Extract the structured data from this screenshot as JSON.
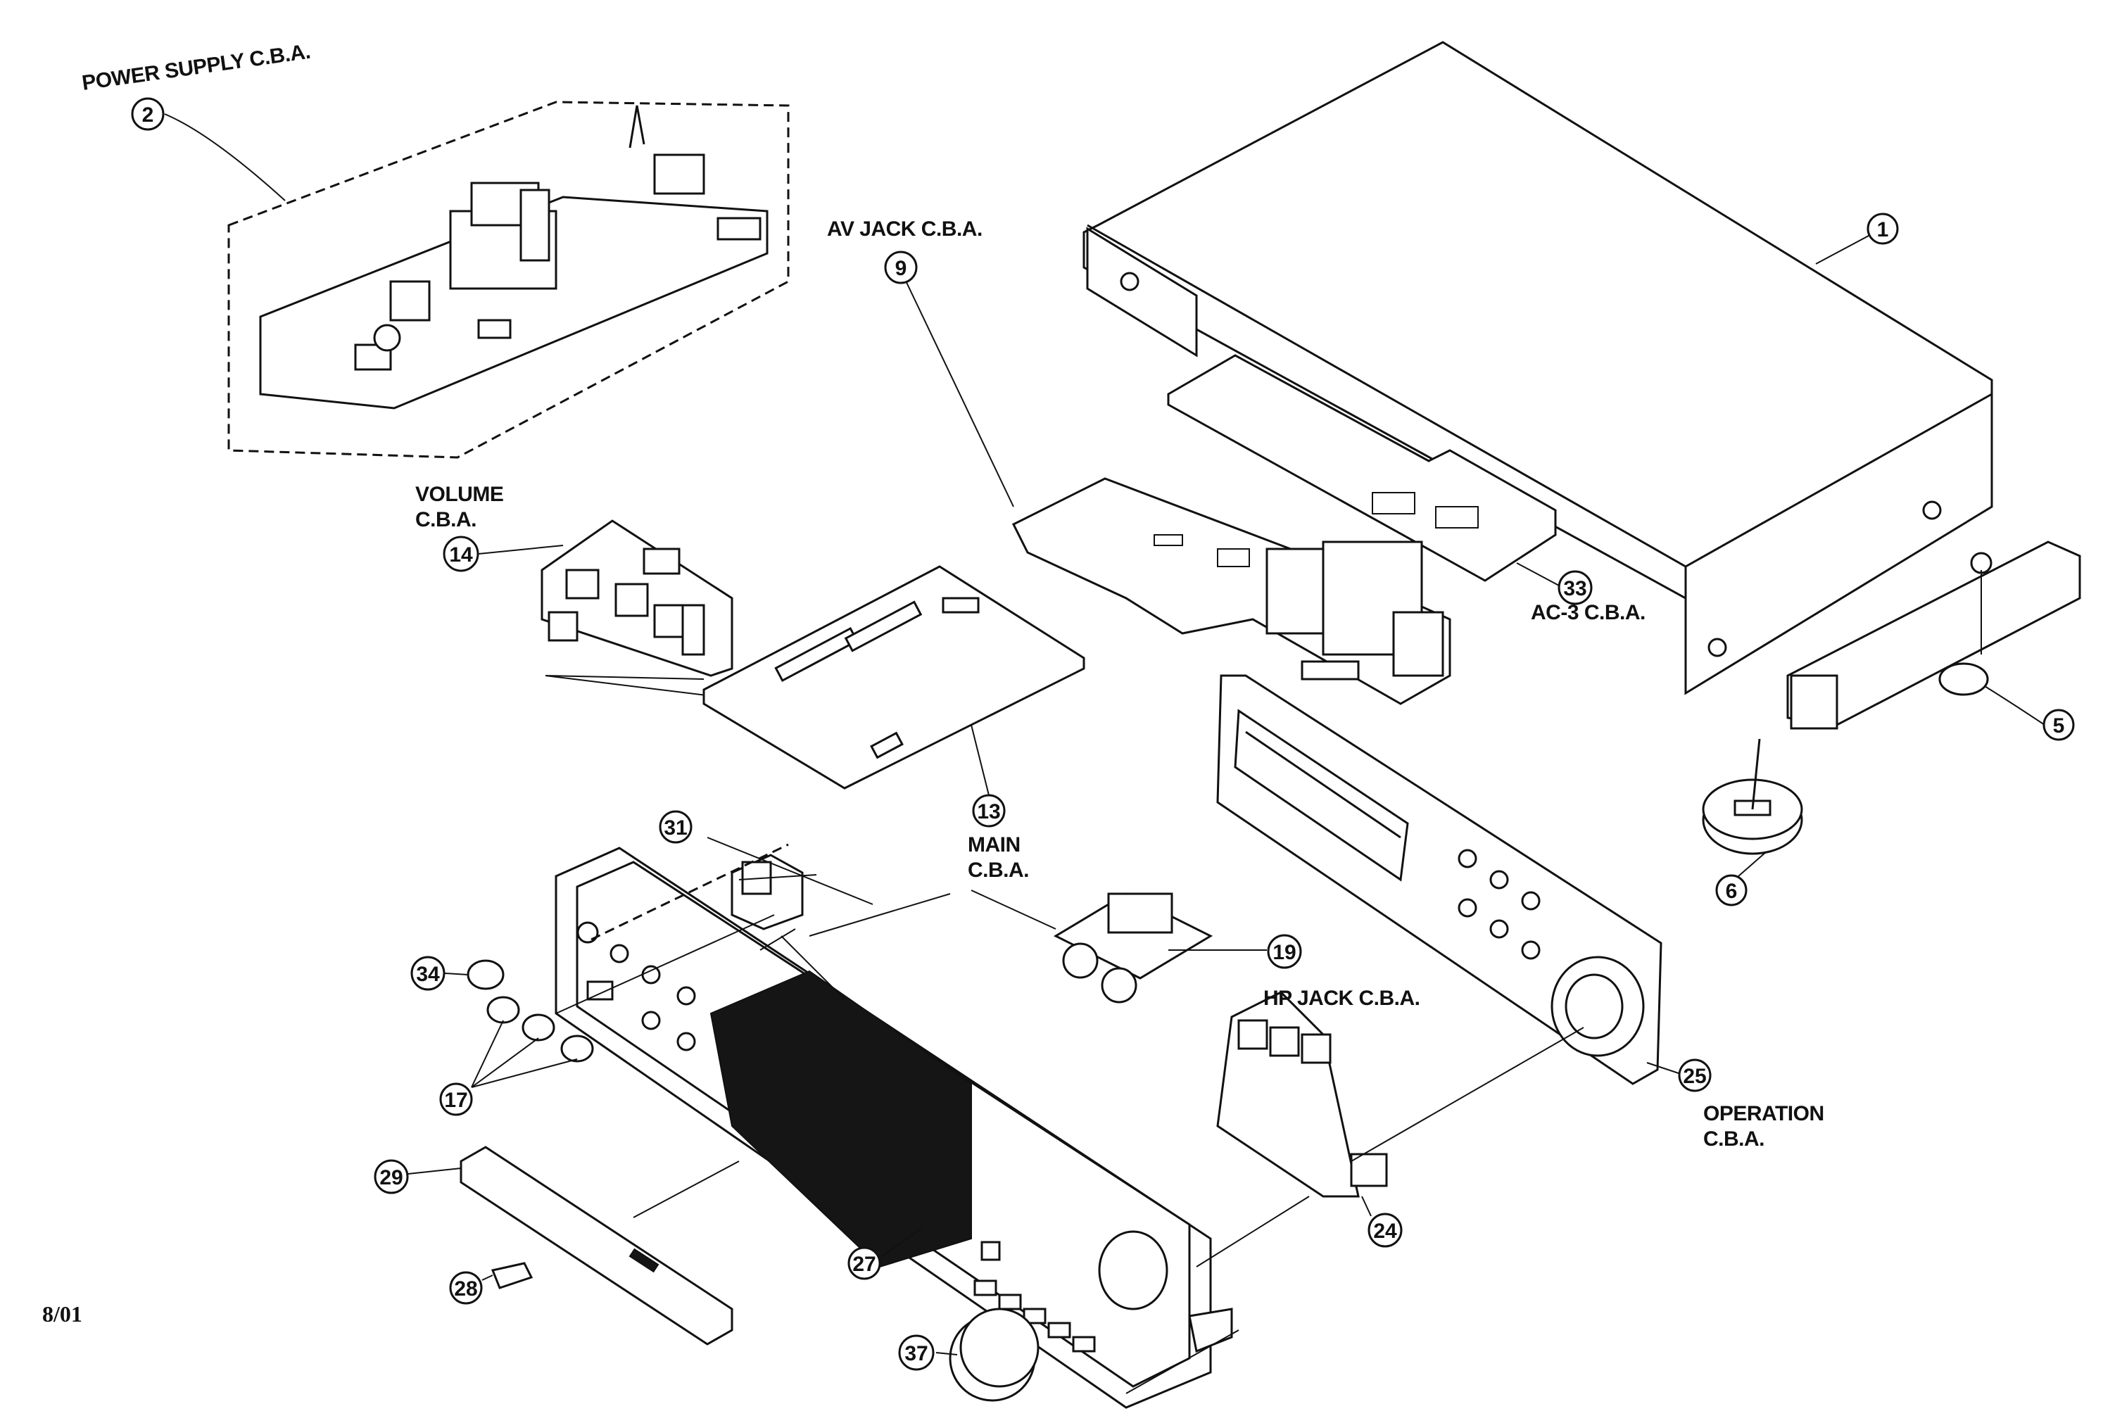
{
  "diagram": {
    "labels": {
      "power_supply": "POWER SUPPLY C.B.A.",
      "av_jack": "AV JACK C.B.A.",
      "volume_line1": "VOLUME",
      "volume_line2": "C.B.A.",
      "ac3": "AC-3 C.B.A.",
      "main_line1": "MAIN",
      "main_line2": "C.B.A.",
      "hp_jack": "HP JACK C.B.A.",
      "operation_line1": "OPERATION",
      "operation_line2": "C.B.A."
    },
    "callouts": [
      "1",
      "2",
      "5",
      "6",
      "9",
      "13",
      "14",
      "17",
      "19",
      "24",
      "25",
      "27",
      "28",
      "29",
      "31",
      "33",
      "34",
      "37"
    ],
    "date_code": "8/01"
  }
}
